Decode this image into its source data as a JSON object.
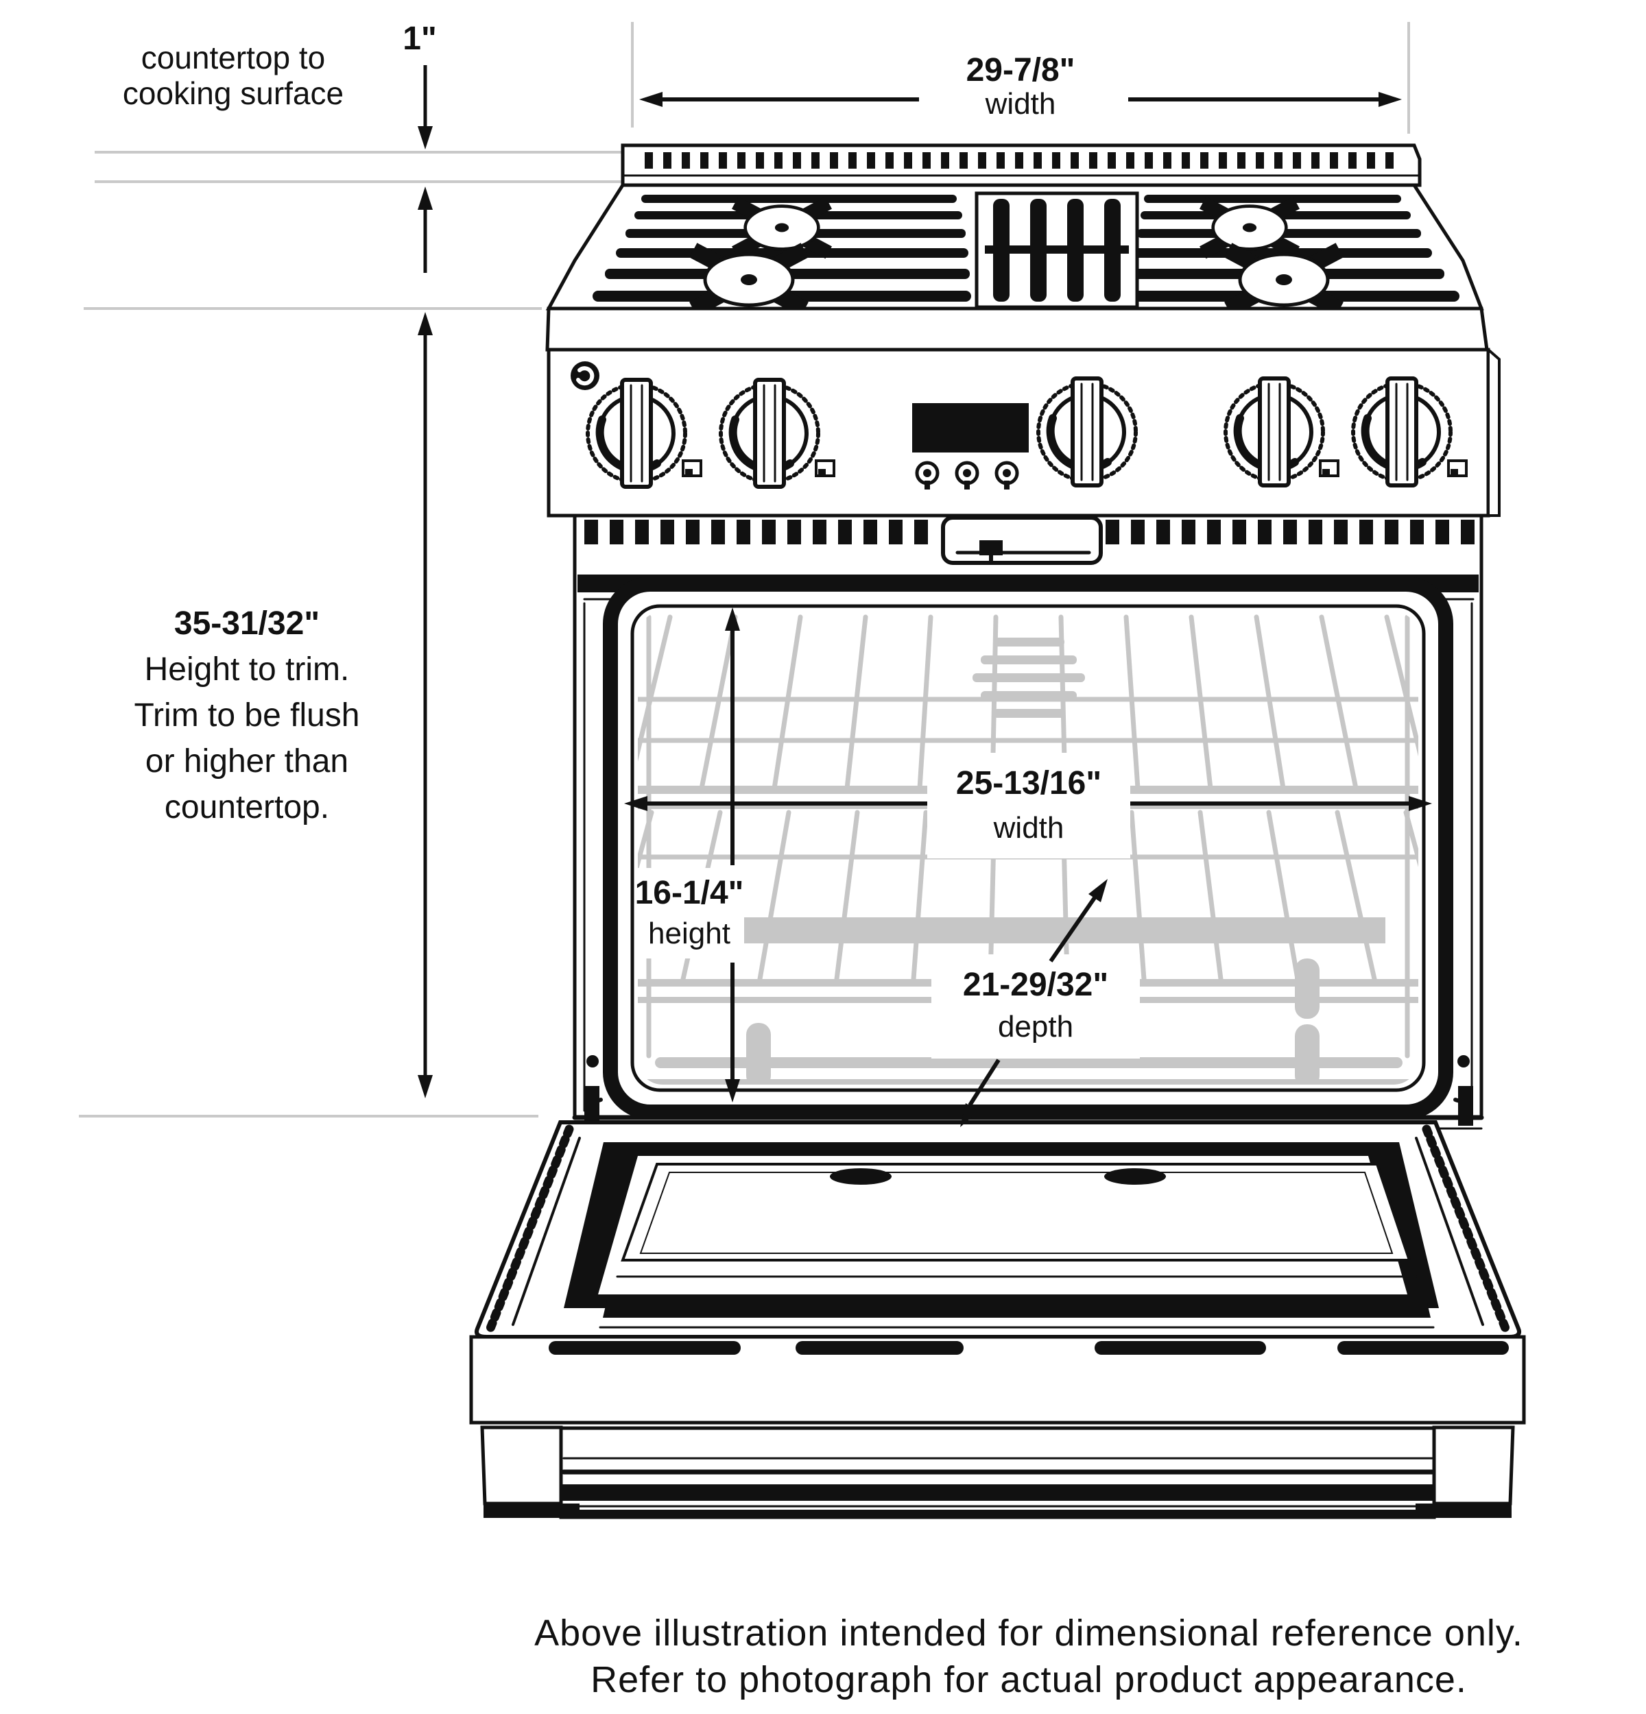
{
  "figure": {
    "kind": "appliance dimension diagram",
    "subject": "30-inch gas range, front view with oven door open"
  },
  "annotations": {
    "countertop_gap": {
      "value": "1\"",
      "line1": "countertop to",
      "line2": "cooking surface"
    },
    "overall_width": {
      "value": "29-7/8\"",
      "label": "width"
    },
    "height_to_trim": {
      "value": "35-31/32\"",
      "lines": [
        "Height to trim.",
        "Trim to be flush",
        "or higher than",
        "countertop."
      ]
    },
    "oven_width": {
      "value": "25-13/16\"",
      "label": "width"
    },
    "oven_height": {
      "value": "16-1/4\"",
      "label": "height"
    },
    "oven_depth": {
      "value": "21-29/32\"",
      "label": "depth"
    }
  },
  "footnote": {
    "line1": "Above illustration intended for dimensional reference only.",
    "line2": "Refer to photograph for actual product appearance."
  },
  "colors": {
    "line": "#111111",
    "guide_line": "#c9c9c9",
    "rack_gray": "#c6c6c6",
    "background": "#ffffff"
  }
}
